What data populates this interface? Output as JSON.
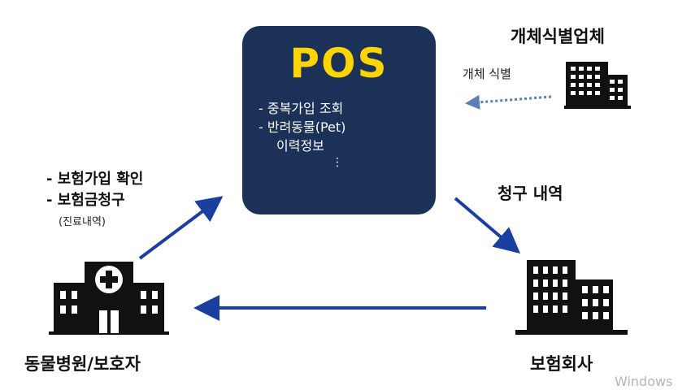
{
  "pos": {
    "title": "POS",
    "items": [
      "- 중복가입 조회",
      "- 반려동물(Pet)",
      "이력정보"
    ],
    "ellipsis": "⋮"
  },
  "id_vendor": {
    "title": "개체식별업체",
    "arrow_label": "개체 식별",
    "icon": "office-building-icon"
  },
  "claim": {
    "label": "청구 내역"
  },
  "insurer": {
    "name": "보험회사",
    "icon": "office-building-icon"
  },
  "hospital": {
    "name": "동물병원/보호자",
    "icon": "hospital-icon",
    "actions": [
      "- 보험가입 확인",
      "- 보험금청구"
    ],
    "sub_note": "(진료내역)"
  },
  "watermark": "Windows",
  "colors": {
    "pos_bg": "#1b3157",
    "pos_title": "#ffd400",
    "arrow": "#1a3fa0",
    "dotted_arrow": "#5a7fb4"
  }
}
